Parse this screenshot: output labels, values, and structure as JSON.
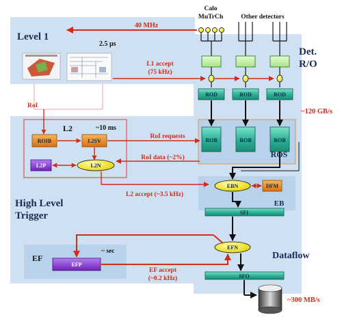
{
  "colors": {
    "panel_blue": "#cfe0f3",
    "inner_blue": "#b9d2ec",
    "flow_red": "#d42a18",
    "unit_green": "#2fb39a",
    "unit_green_light": "#c4f0a8",
    "unit_orange": "#e8861c",
    "unit_purple": "#8b3fd8",
    "node_yellow": "#f2e81a",
    "text_navy": "#1b2a55"
  },
  "detectors": {
    "calo_line1": "Calo",
    "calo_line2": "MuTrCh",
    "other": "Other detectors"
  },
  "level1": {
    "title": "Level 1",
    "latency": "2.5 μs",
    "clock": "40 MHz",
    "accept_line1": "L1 accept",
    "accept_line2": "(75 kHz)"
  },
  "det_ro": {
    "line1": "Det.",
    "line2": "R/O",
    "rod_labels": [
      "ROD",
      "ROD",
      "ROD"
    ],
    "bandwidth": "~120 GB/s"
  },
  "roi_label": "RoI",
  "l2": {
    "title": "L2",
    "latency": "~10 ms",
    "roib": "ROIB",
    "l2sv": "L2SV",
    "l2p": "L2P",
    "l2n": "L2N",
    "roi_requests": "RoI requests",
    "roi_data": "RoI data (~2%)",
    "accept": "L2 accept (~3.5 kHz)"
  },
  "ros": {
    "title": "ROS",
    "rob_labels": [
      "ROB",
      "ROB",
      "ROB"
    ]
  },
  "eb": {
    "title": "EB",
    "ebn": "EBN",
    "dfm": "DFM",
    "sfi": "SFI"
  },
  "hlt": {
    "line1": "High Level",
    "line2": "Trigger"
  },
  "ef": {
    "title": "EF",
    "latency": "~ sec",
    "efp": "EFP",
    "efn": "EFN",
    "accept_line1": "EF accept",
    "accept_line2": "(~0.2 kHz)"
  },
  "dataflow": {
    "title": "Dataflow",
    "sfo": "SFO",
    "bandwidth": "~300 MB/s"
  }
}
